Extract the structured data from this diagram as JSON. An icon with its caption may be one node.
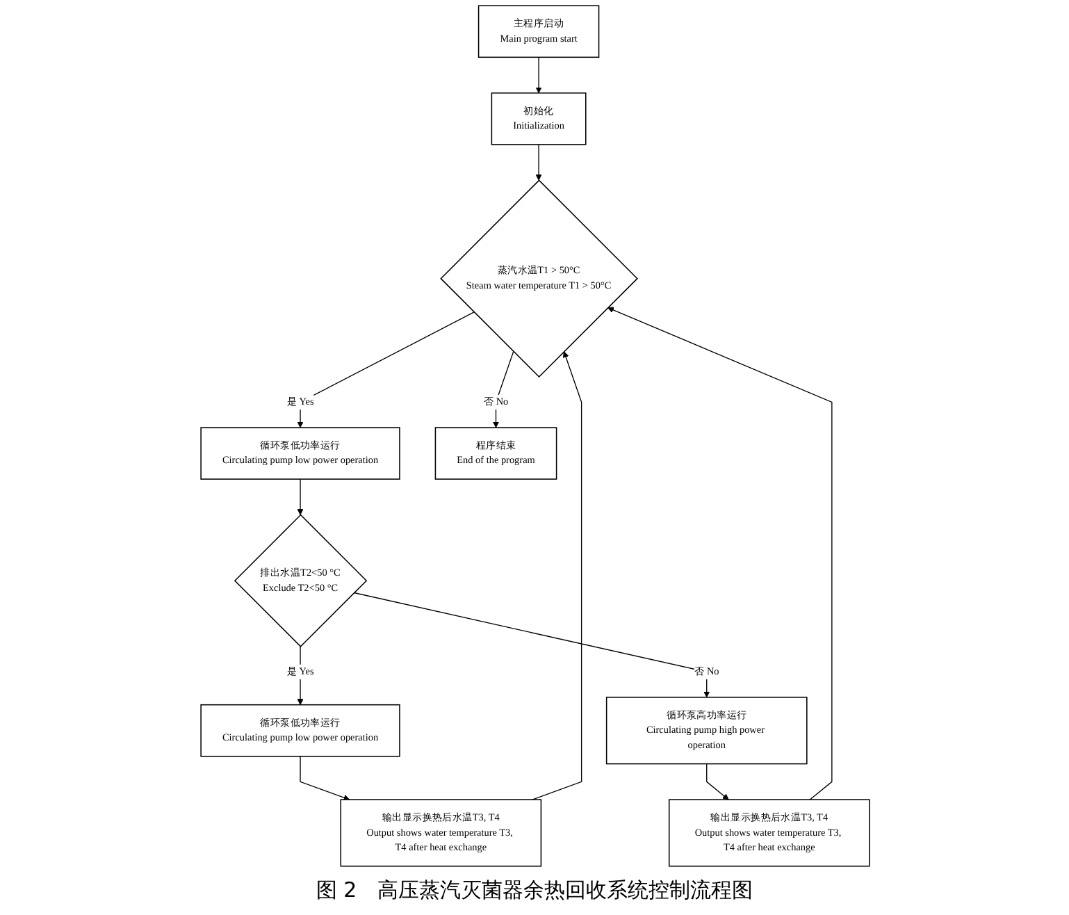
{
  "diagram": {
    "caption": "图 2　高压蒸汽灭菌器余热回收系统控制流程图",
    "nodes": [
      {
        "text": [
          "主程序启动",
          "Main program start"
        ]
      },
      {
        "text": [
          "初始化",
          "Initialization"
        ]
      },
      {
        "text": [
          "蒸汽水温T1 > 50°C",
          "Steam water temperature T1 > 50°C"
        ]
      },
      {
        "text": [
          "循环泵低功率运行",
          "Circulating pump low power operation"
        ]
      },
      {
        "text": [
          "程序结束",
          "End of the program"
        ]
      },
      {
        "text": [
          "排出水温T2<50 °C",
          "Exclude T2<50 °C"
        ]
      },
      {
        "text": [
          "循环泵低功率运行",
          "Circulating pump low power operation"
        ]
      },
      {
        "text": [
          "循环泵高功率运行",
          "Circulating pump high power operation"
        ]
      },
      {
        "text": [
          "输出显示换热后水温T3, T4",
          "Output shows water temperature T3, T4 after heat exchange"
        ]
      },
      {
        "text": [
          "输出显示换热后水温T3, T4",
          "Output shows water temperature T3, T4 after heat exchange"
        ]
      }
    ],
    "edges": [
      {
        "from": 0,
        "to": 1,
        "arrow": "to"
      },
      {
        "from": 1,
        "to": 2,
        "arrow": "to"
      },
      {
        "from": 2,
        "to": 3,
        "label": "是 Yes",
        "arrow": "to"
      },
      {
        "from": 2,
        "to": 4,
        "label": "否 No",
        "arrow": "to"
      },
      {
        "from": 3,
        "to": 5,
        "arrow": "to"
      },
      {
        "from": 5,
        "to": 6,
        "label": "是 Yes",
        "arrow": "to"
      },
      {
        "from": 5,
        "to": 7,
        "label": "否 No",
        "arrow": "to"
      },
      {
        "from": 6,
        "to": 8,
        "arrow": "to"
      },
      {
        "from": 7,
        "to": 9,
        "arrow": "to"
      },
      {
        "from": 8,
        "to": 2,
        "arrow": "to"
      },
      {
        "from": 9,
        "to": 2,
        "arrow": "to"
      }
    ]
  }
}
